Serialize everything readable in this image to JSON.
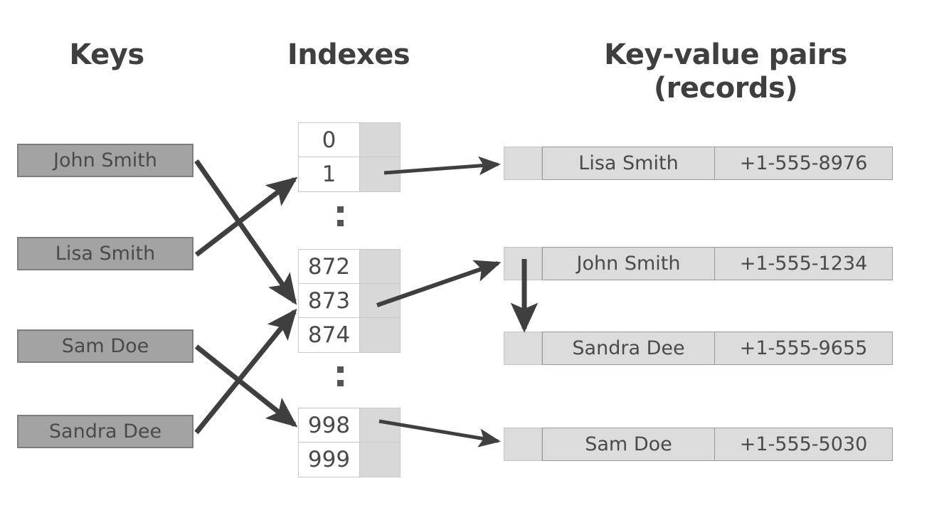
{
  "diagram": {
    "type": "hash-table-diagram",
    "background_color": "#ffffff",
    "columns": {
      "keys_title": "Keys",
      "indexes_title": "Indexes",
      "records_title": "Key-value pairs\n(records)"
    },
    "colors": {
      "key_box_fill": "#a3a3a3",
      "key_box_border": "#7d7d7d",
      "index_cell_fill": "#ffffff",
      "index_slot_fill": "#d8d8d8",
      "index_border": "#c8c8c8",
      "record_fill": "#dcdcdc",
      "record_border": "#9a9a9a",
      "text": "#4a4a4a",
      "title_text": "#3f3f3f",
      "arrow": "#3f3f3f"
    },
    "keys": [
      {
        "label": "John Smith",
        "maps_to_index": "873"
      },
      {
        "label": "Lisa Smith",
        "maps_to_index": "1"
      },
      {
        "label": "Sam Doe",
        "maps_to_index": "998"
      },
      {
        "label": "Sandra Dee",
        "maps_to_index": "873"
      }
    ],
    "index_blocks": [
      {
        "rows": [
          "0",
          "1"
        ]
      },
      {
        "rows": [
          "872",
          "873",
          "874"
        ]
      },
      {
        "rows": [
          "998",
          "999"
        ]
      }
    ],
    "ellipsis_glyph": "vertical-ellipsis",
    "records": [
      {
        "name": "Lisa Smith",
        "phone": "+1-555-8976",
        "from_index": "1"
      },
      {
        "name": "John Smith",
        "phone": "+1-555-1234",
        "from_index": "873"
      },
      {
        "name": "Sandra Dee",
        "phone": "+1-555-9655",
        "from_index": "chain-from-john-smith"
      },
      {
        "name": "Sam Doe",
        "phone": "+1-555-5030",
        "from_index": "998"
      }
    ],
    "links": [
      {
        "from": "John Smith",
        "to": "873",
        "kind": "key-to-index"
      },
      {
        "from": "Lisa Smith",
        "to": "1",
        "kind": "key-to-index"
      },
      {
        "from": "Sam Doe",
        "to": "998",
        "kind": "key-to-index"
      },
      {
        "from": "Sandra Dee",
        "to": "873",
        "kind": "key-to-index"
      },
      {
        "from": "1",
        "to": "Lisa Smith record",
        "kind": "index-to-record"
      },
      {
        "from": "873",
        "to": "John Smith record",
        "kind": "index-to-record"
      },
      {
        "from": "998",
        "to": "Sam Doe record",
        "kind": "index-to-record"
      },
      {
        "from": "John Smith record",
        "to": "Sandra Dee record",
        "kind": "record-chain"
      }
    ]
  }
}
